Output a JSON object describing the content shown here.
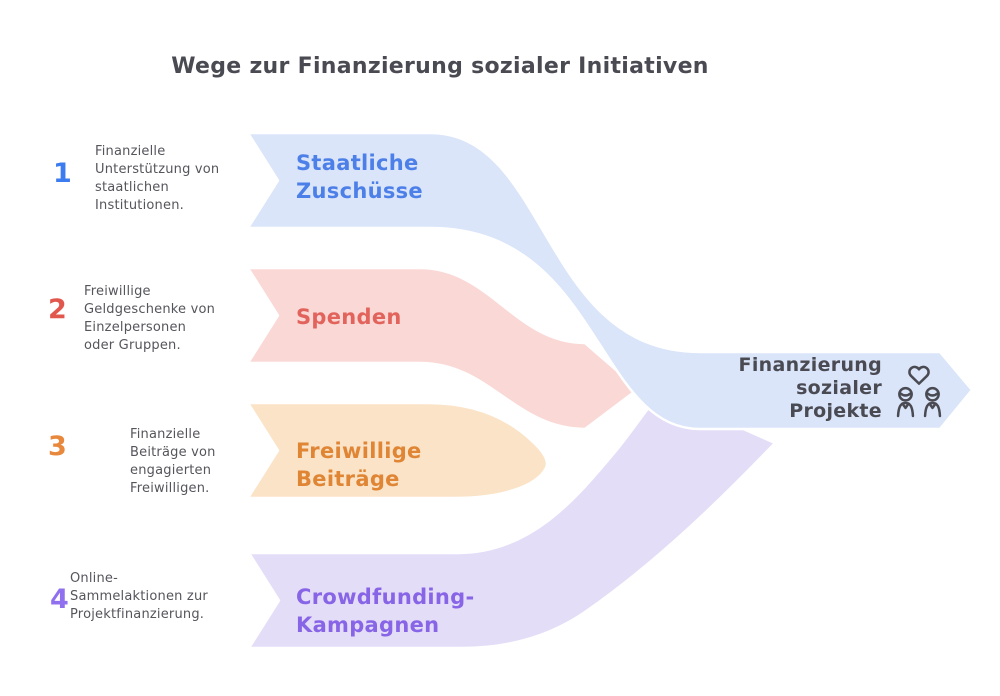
{
  "title": "Wege zur Finanzierung sozialer Initiativen",
  "colors": {
    "band_blue": "#DAE5FA",
    "band_pink": "#FAD8D5",
    "band_orange": "#FBE3C8",
    "band_purple": "#E4DDF8",
    "label_blue": "#4C7FE8",
    "label_red": "#E2635C",
    "label_orange": "#DF8534",
    "label_purple": "#8765E6",
    "num_blue": "#3D7BF0",
    "num_red": "#E2574D",
    "num_orange": "#E8883C",
    "num_purple": "#9070EE",
    "text_dark": "#4A4A52",
    "text_gray": "#55555C"
  },
  "sources": [
    {
      "number": "1",
      "description": "Finanzielle\nUnterstützung von\nstaatlichen\nInstitutionen.",
      "label": "Staatliche\nZuschüsse"
    },
    {
      "number": "2",
      "description": "Freiwillige\nGeldgeschenke von\nEinzelpersonen\noder Gruppen.",
      "label": "Spenden"
    },
    {
      "number": "3",
      "description": "Finanzielle\nBeiträge von\nengagierten\nFreiwilligen.",
      "label": "Freiwillige\nBeiträge"
    },
    {
      "number": "4",
      "description": "Online-\nSammelaktionen zur\nProjektfinanzierung.",
      "label": "Crowdfunding-\nKampagnen"
    }
  ],
  "result": {
    "label": "Finanzierung\nsozialer\nProjekte",
    "icon": "people-with-heart-icon"
  }
}
